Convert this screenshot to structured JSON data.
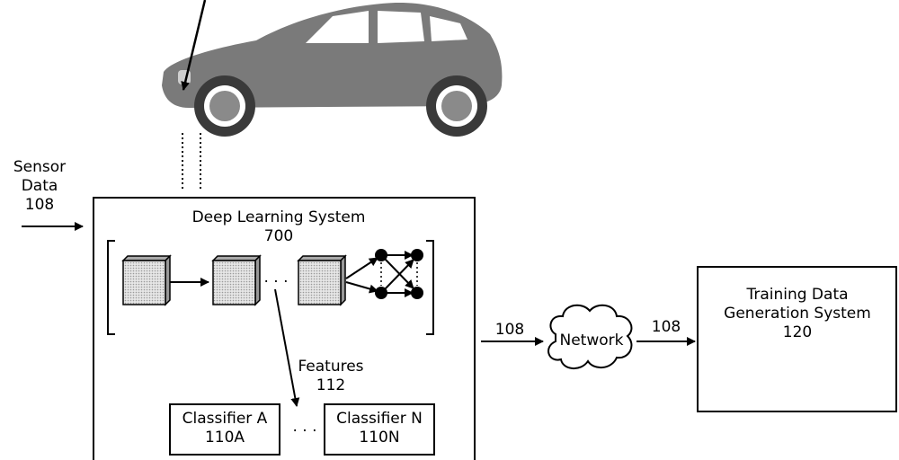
{
  "sensor": {
    "line1": "Sensor",
    "line2": "Data",
    "ref": "108"
  },
  "deep_learning": {
    "title": "Deep Learning System",
    "ref": "700"
  },
  "features": {
    "label": "Features",
    "ref": "112"
  },
  "classifier_a": {
    "label": "Classifier A",
    "ref": "110A"
  },
  "classifier_n": {
    "label": "Classifier N",
    "ref": "110N"
  },
  "ellipsis": "· · ·",
  "link_in": "108",
  "link_out": "108",
  "network": {
    "label": "Network"
  },
  "training": {
    "line1": "Training Data",
    "line2": "Generation System",
    "ref": "120"
  },
  "colors": {
    "stroke": "#000000",
    "cube_fill": "#cfcfcf",
    "car_fill": "#7a7a7a",
    "background": "#ffffff"
  }
}
